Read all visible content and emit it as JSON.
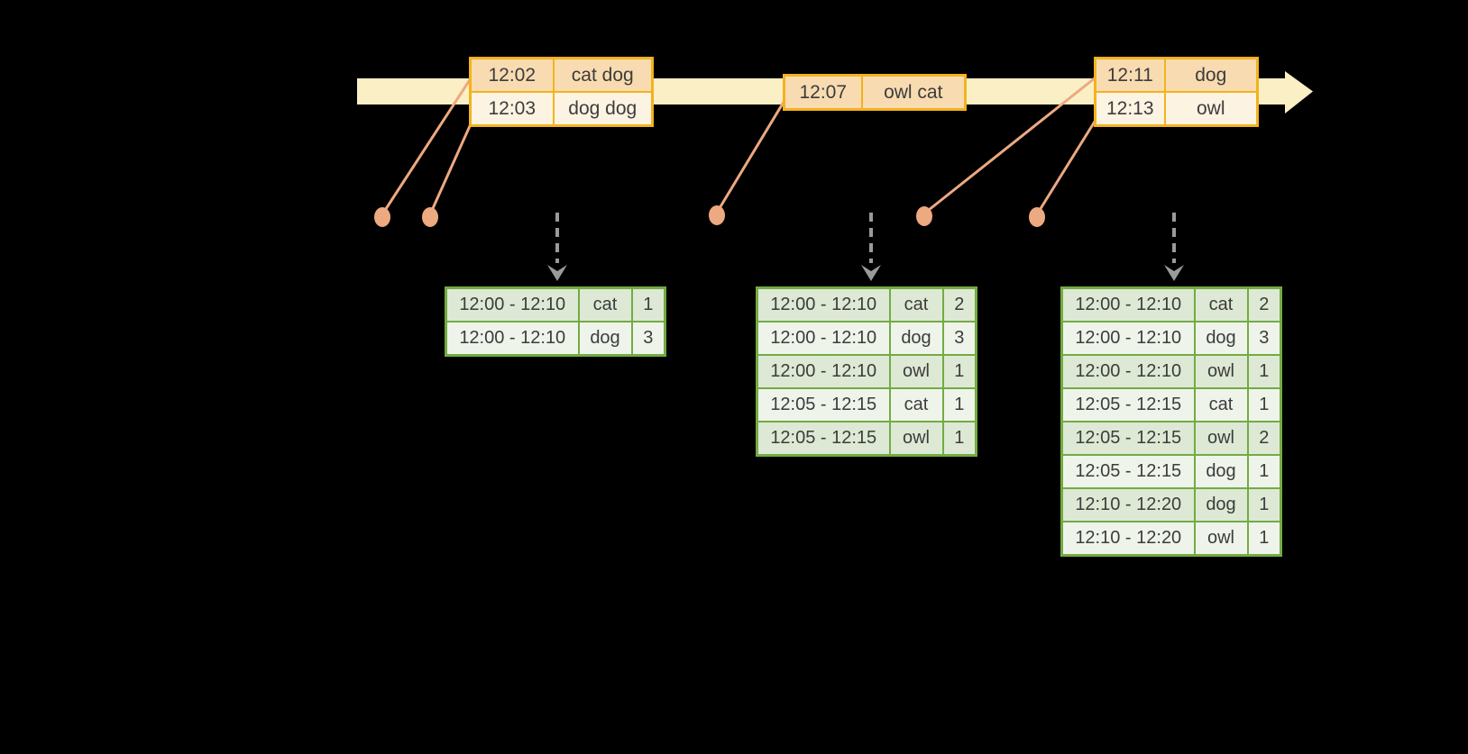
{
  "colors": {
    "background": "#000000",
    "band_yellow": "#FBEFC5",
    "event_border_gold": "#F2B31E",
    "event_row_dark": "#F9DBB1",
    "event_row_light": "#FDF3E2",
    "connector_salmon": "#EDA980",
    "result_border_green": "#73AB43",
    "result_row_dark": "#DDE9D4",
    "result_row_light": "#EFF4EB",
    "trigger_arrow_gray": "#9A9A9A",
    "text_dark": "#3C3C3C"
  },
  "event_tables": [
    {
      "rows": [
        {
          "time": "12:02",
          "words": "cat dog"
        },
        {
          "time": "12:03",
          "words": "dog dog"
        }
      ]
    },
    {
      "rows": [
        {
          "time": "12:07",
          "words": "owl cat"
        }
      ]
    },
    {
      "rows": [
        {
          "time": "12:11",
          "words": "dog"
        },
        {
          "time": "12:13",
          "words": "owl"
        }
      ]
    }
  ],
  "result_tables": [
    {
      "rows": [
        [
          "12:00 - 12:10",
          "cat",
          "1"
        ],
        [
          "12:00 - 12:10",
          "dog",
          "3"
        ]
      ]
    },
    {
      "rows": [
        [
          "12:00 - 12:10",
          "cat",
          "2"
        ],
        [
          "12:00 - 12:10",
          "dog",
          "3"
        ],
        [
          "12:00 - 12:10",
          "owl",
          "1"
        ],
        [
          "12:05 - 12:15",
          "cat",
          "1"
        ],
        [
          "12:05 - 12:15",
          "owl",
          "1"
        ]
      ]
    },
    {
      "rows": [
        [
          "12:00 - 12:10",
          "cat",
          "2"
        ],
        [
          "12:00 - 12:10",
          "dog",
          "3"
        ],
        [
          "12:00 - 12:10",
          "owl",
          "1"
        ],
        [
          "12:05 - 12:15",
          "cat",
          "1"
        ],
        [
          "12:05 - 12:15",
          "owl",
          "2"
        ],
        [
          "12:05 - 12:15",
          "dog",
          "1"
        ],
        [
          "12:10 - 12:20",
          "dog",
          "1"
        ],
        [
          "12:10 - 12:20",
          "owl",
          "1"
        ]
      ]
    }
  ]
}
